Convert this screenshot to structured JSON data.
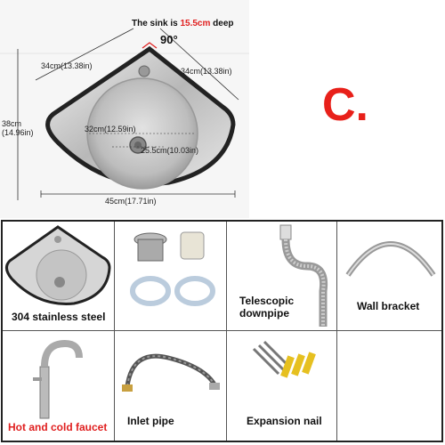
{
  "header": {
    "deep_prefix": "The sink is ",
    "deep_value": "15.5cm",
    "deep_suffix": " deep",
    "angle": "90°",
    "variant": "C."
  },
  "dimensions": {
    "left_edge": "34cm(13.38in)",
    "right_edge": "34cm(13.38in)",
    "height_cm": "38cm",
    "height_in": "(14.96in)",
    "bowl_diameter": "32cm(12.59in)",
    "inner_diameter": "25.5cm(10.03in)",
    "width": "45cm(17.71in)"
  },
  "items": [
    {
      "label": "304 stainless steel"
    },
    {
      "label": ""
    },
    {
      "label": "Telescopic\ndownpipe"
    },
    {
      "label": "Wall bracket"
    },
    {
      "label": "Hot and cold faucet"
    },
    {
      "label": "Inlet pipe"
    },
    {
      "label": "Expansion nail"
    },
    {
      "label": ""
    }
  ],
  "colors": {
    "accent_red": "#e02020",
    "big_c_red": "#e8201a"
  }
}
